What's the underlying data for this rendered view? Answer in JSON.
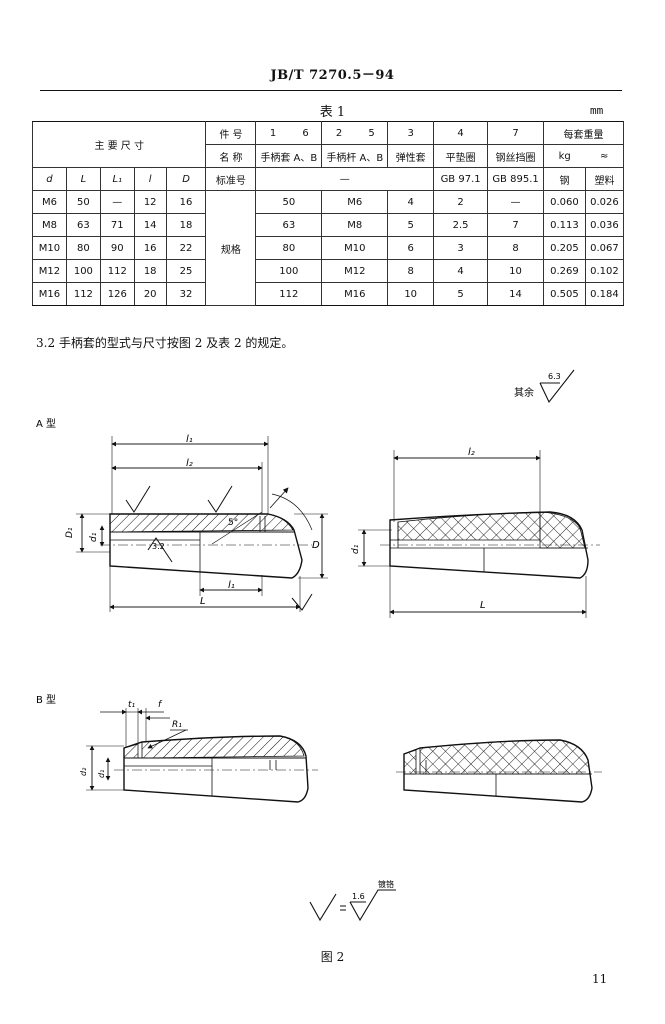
{
  "header": {
    "standard_no": "JB/T 7270.5－94"
  },
  "table": {
    "title": "表 1",
    "unit": "mm",
    "main_dims_label": "主 要 尺 寸",
    "part_no_label": "件 号",
    "part_nos": [
      "1",
      "6",
      "2",
      "5",
      "3",
      "4",
      "7"
    ],
    "name_label": "名 称",
    "names": [
      "手柄套 A、B",
      "手柄杆 A、B",
      "弹性套",
      "平垫圈",
      "钢丝挡圈"
    ],
    "weight_label": "每套重量",
    "weight_unit": "kg",
    "weight_unit_note": "≈",
    "dim_headers": [
      "d",
      "L",
      "L₁",
      "l",
      "D"
    ],
    "std_label": "标准号",
    "std_values": [
      "—",
      "GB 97.1",
      "GB 895.1"
    ],
    "material_headers": [
      "钢",
      "塑料"
    ],
    "spec_label": "规格",
    "rows": [
      {
        "d": "M6",
        "L": "50",
        "L1": "—",
        "l": "12",
        "D": "16",
        "p1": "50",
        "p2": "M6",
        "p3": "4",
        "p4": "2",
        "p7": "—",
        "steel": "0.060",
        "plastic": "0.026"
      },
      {
        "d": "M8",
        "L": "63",
        "L1": "71",
        "l": "14",
        "D": "18",
        "p1": "63",
        "p2": "M8",
        "p3": "5",
        "p4": "2.5",
        "p7": "7",
        "steel": "0.113",
        "plastic": "0.036"
      },
      {
        "d": "M10",
        "L": "80",
        "L1": "90",
        "l": "16",
        "D": "22",
        "p1": "80",
        "p2": "M10",
        "p3": "6",
        "p4": "3",
        "p7": "8",
        "steel": "0.205",
        "plastic": "0.067"
      },
      {
        "d": "M12",
        "L": "100",
        "L1": "112",
        "l": "18",
        "D": "25",
        "p1": "100",
        "p2": "M12",
        "p3": "8",
        "p4": "4",
        "p7": "10",
        "steel": "0.269",
        "plastic": "0.102"
      },
      {
        "d": "M16",
        "L": "112",
        "L1": "126",
        "l": "20",
        "D": "32",
        "p1": "112",
        "p2": "M16",
        "p3": "10",
        "p4": "5",
        "p7": "14",
        "steel": "0.505",
        "plastic": "0.184"
      }
    ]
  },
  "note": "3.2  手柄套的型式与尺寸按图 2 及表 2 的规定。",
  "drawing": {
    "roughness_rest_label": "其余",
    "roughness_rest_value": "6.3",
    "type_a_label": "A 型",
    "type_b_label": "B 型",
    "dim_l1": "l₁",
    "dim_l2": "l₂",
    "dim_L": "L",
    "dim_D": "D",
    "dim_D1": "D₁",
    "dim_d1": "d₁",
    "dim_d2": "d₂",
    "dim_t1": "t₁",
    "dim_f": "f",
    "dim_R1": "R₁",
    "dim_chamfer": "5°",
    "rough_32": "3.2",
    "legend_value": "1.6",
    "legend_label": "镀铬"
  },
  "figure_caption": "图 2",
  "page_number": "11"
}
